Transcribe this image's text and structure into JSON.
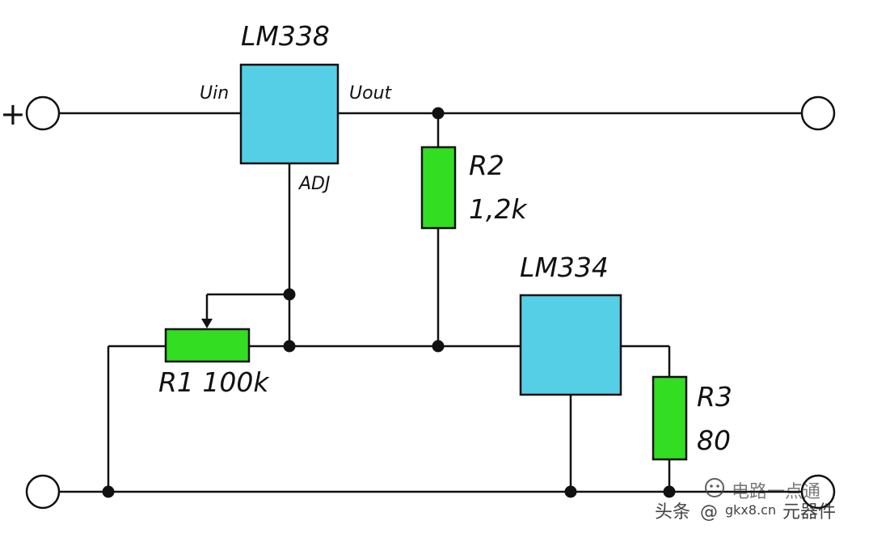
{
  "diagram": {
    "terminals": {
      "positive": "+"
    },
    "ic_top": {
      "name": "LM338",
      "pin_in": "Uin",
      "pin_out": "Uout",
      "pin_adj": "ADJ"
    },
    "ic_bottom": {
      "name": "LM334"
    },
    "r1": {
      "label": "R1 100k"
    },
    "r2": {
      "name": "R2",
      "value": "1,2k"
    },
    "r3": {
      "name": "R3",
      "value": "80"
    }
  },
  "watermark": {
    "prefix": "头条",
    "handle": "@",
    "brand": "电路一点通",
    "site": "gkx8.cn",
    "suffix": "元器件"
  },
  "colors": {
    "ic": "#55cfe6",
    "resistor": "#33dd22",
    "wire": "#111111"
  }
}
